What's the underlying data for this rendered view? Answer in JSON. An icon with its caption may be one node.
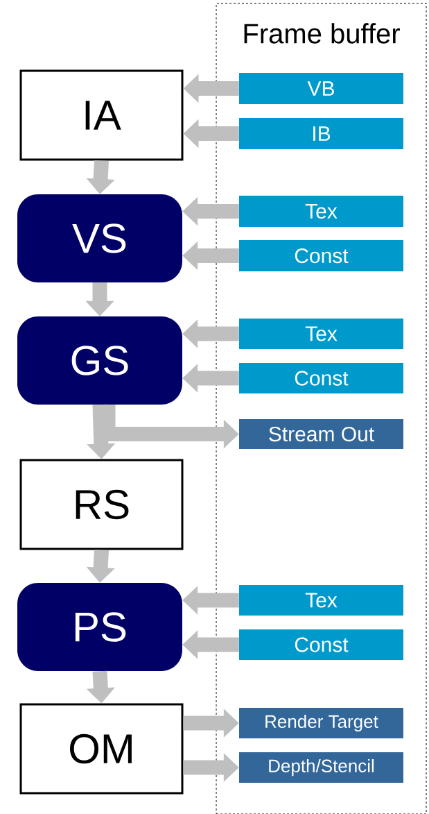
{
  "diagram": {
    "nodes": [
      {
        "text": [
          "Frame buffer"
        ]
      },
      {
        "text": [
          "IA"
        ]
      },
      {
        "text": [
          "VB"
        ],
        "in": 0
      },
      {
        "text": [
          "IB"
        ],
        "in": 0
      },
      {
        "text": [
          "VS"
        ]
      },
      {
        "text": [
          "Tex"
        ],
        "in": 0
      },
      {
        "text": [
          "Const"
        ],
        "in": 0
      },
      {
        "text": [
          "GS"
        ]
      },
      {
        "text": [
          "Tex"
        ],
        "in": 0
      },
      {
        "text": [
          "Const"
        ],
        "in": 0
      },
      {
        "text": [
          "Stream Out"
        ],
        "in": 0
      },
      {
        "text": [
          "RS"
        ]
      },
      {
        "text": [
          "PS"
        ]
      },
      {
        "text": [
          "Tex"
        ],
        "in": 0
      },
      {
        "text": [
          "Const"
        ],
        "in": 0
      },
      {
        "text": [
          "OM"
        ]
      },
      {
        "text": [
          "Render Target"
        ],
        "in": 0
      },
      {
        "text": [
          "Depth/Stencil"
        ],
        "in": 0
      }
    ],
    "edges": [
      {
        "from": 2,
        "to": 1,
        "arrow": "to"
      },
      {
        "from": 3,
        "to": 1,
        "arrow": "to"
      },
      {
        "from": 1,
        "to": 4,
        "arrow": "to"
      },
      {
        "from": 5,
        "to": 4,
        "arrow": "to"
      },
      {
        "from": 6,
        "to": 4,
        "arrow": "to"
      },
      {
        "from": 4,
        "to": 7,
        "arrow": "to"
      },
      {
        "from": 8,
        "to": 7,
        "arrow": "to"
      },
      {
        "from": 9,
        "to": 7,
        "arrow": "to"
      },
      {
        "from": 7,
        "to": 11,
        "arrow": "to"
      },
      {
        "from": 7,
        "to": 10,
        "arrow": "to"
      },
      {
        "from": 11,
        "to": 12,
        "arrow": "to"
      },
      {
        "from": 13,
        "to": 12,
        "arrow": "to"
      },
      {
        "from": 14,
        "to": 12,
        "arrow": "to"
      },
      {
        "from": 12,
        "to": 15,
        "arrow": "to"
      },
      {
        "from": 15,
        "to": 16,
        "arrow": "to"
      },
      {
        "from": 15,
        "to": 17,
        "arrow": "to"
      }
    ]
  }
}
